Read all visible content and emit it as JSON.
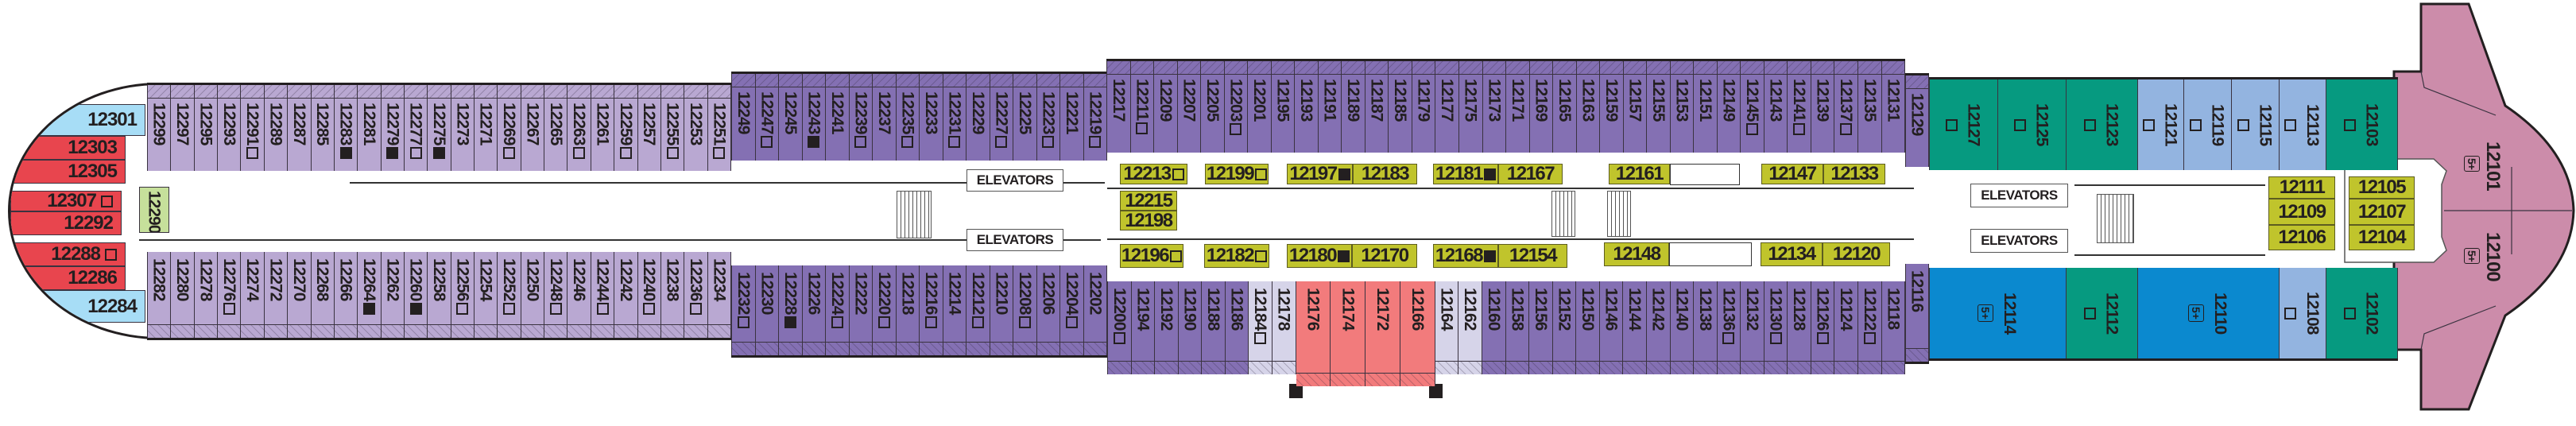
{
  "colors": {
    "lp": "#b9a8d2",
    "dp": "#8470b3",
    "pl": "#d6d4e9",
    "sal": "#f27b7c",
    "teal": "#069a80",
    "lb": "#93b4e0",
    "blue": "#0b89cf",
    "red": "#e8454e",
    "sky": "#a7ddf6",
    "green": "#c6e09b",
    "pink": "#cc8caa",
    "yellow": "#c0c42c"
  },
  "labels": {
    "elevators": [
      "ELEVATORS",
      "ELEVATORS",
      "ELEVATORS",
      "ELEVATORS"
    ]
  },
  "stern": [
    {
      "n": "12301",
      "m": "",
      "c": "sky"
    },
    {
      "n": "12303",
      "m": "",
      "c": "red"
    },
    {
      "n": "12305",
      "m": "",
      "c": "red"
    },
    {
      "n": "12307",
      "m": "open",
      "c": "red"
    },
    {
      "n": "12292",
      "m": "",
      "c": "red"
    },
    {
      "n": "12288",
      "m": "open",
      "c": "red"
    },
    {
      "n": "12286",
      "m": "",
      "c": "red"
    },
    {
      "n": "12284",
      "m": "",
      "c": "sky"
    }
  ],
  "lounge": {
    "n": "12290",
    "c": "green"
  },
  "top_light": [
    {
      "n": "12299",
      "m": ""
    },
    {
      "n": "12297",
      "m": ""
    },
    {
      "n": "12295",
      "m": ""
    },
    {
      "n": "12293",
      "m": ""
    },
    {
      "n": "12291",
      "m": "open"
    },
    {
      "n": "12289",
      "m": ""
    },
    {
      "n": "12287",
      "m": ""
    },
    {
      "n": "12285",
      "m": ""
    },
    {
      "n": "12283",
      "m": "filled"
    },
    {
      "n": "12281",
      "m": ""
    },
    {
      "n": "12279",
      "m": "filled"
    },
    {
      "n": "12277",
      "m": "open"
    },
    {
      "n": "12275",
      "m": "filled"
    },
    {
      "n": "12273",
      "m": ""
    },
    {
      "n": "12271",
      "m": ""
    },
    {
      "n": "12269",
      "m": "open"
    },
    {
      "n": "12267",
      "m": ""
    },
    {
      "n": "12265",
      "m": ""
    },
    {
      "n": "12263",
      "m": "open"
    },
    {
      "n": "12261",
      "m": ""
    },
    {
      "n": "12259",
      "m": "open"
    },
    {
      "n": "12257",
      "m": ""
    },
    {
      "n": "12255",
      "m": "open"
    },
    {
      "n": "12253",
      "m": ""
    },
    {
      "n": "12251",
      "m": "open"
    }
  ],
  "top_dark": [
    {
      "n": "12249",
      "m": ""
    },
    {
      "n": "12247",
      "m": "open"
    },
    {
      "n": "12245",
      "m": ""
    },
    {
      "n": "12243",
      "m": "filled"
    },
    {
      "n": "12241",
      "m": ""
    },
    {
      "n": "12239",
      "m": "open"
    },
    {
      "n": "12237",
      "m": ""
    },
    {
      "n": "12235",
      "m": "open"
    },
    {
      "n": "12233",
      "m": ""
    },
    {
      "n": "12231",
      "m": "open"
    },
    {
      "n": "12229",
      "m": ""
    },
    {
      "n": "12227",
      "m": "open"
    },
    {
      "n": "12225",
      "m": ""
    },
    {
      "n": "12223",
      "m": "open"
    },
    {
      "n": "12221",
      "m": ""
    },
    {
      "n": "12219",
      "m": "open"
    }
  ],
  "top_raised": [
    {
      "n": "12217",
      "m": ""
    },
    {
      "n": "12211",
      "m": "open"
    },
    {
      "n": "12209",
      "m": ""
    },
    {
      "n": "12207",
      "m": ""
    },
    {
      "n": "12205",
      "m": ""
    },
    {
      "n": "12203",
      "m": "open"
    },
    {
      "n": "12201",
      "m": ""
    },
    {
      "n": "12195",
      "m": ""
    },
    {
      "n": "12193",
      "m": ""
    },
    {
      "n": "12191",
      "m": ""
    },
    {
      "n": "12189",
      "m": ""
    },
    {
      "n": "12187",
      "m": ""
    },
    {
      "n": "12185",
      "m": ""
    },
    {
      "n": "12179",
      "m": ""
    },
    {
      "n": "12177",
      "m": ""
    },
    {
      "n": "12175",
      "m": ""
    },
    {
      "n": "12173",
      "m": ""
    },
    {
      "n": "12171",
      "m": ""
    },
    {
      "n": "12169",
      "m": ""
    },
    {
      "n": "12165",
      "m": ""
    },
    {
      "n": "12163",
      "m": ""
    },
    {
      "n": "12159",
      "m": ""
    },
    {
      "n": "12157",
      "m": ""
    },
    {
      "n": "12155",
      "m": ""
    },
    {
      "n": "12153",
      "m": ""
    },
    {
      "n": "12151",
      "m": ""
    },
    {
      "n": "12149",
      "m": ""
    },
    {
      "n": "12145",
      "m": "open"
    },
    {
      "n": "12143",
      "m": ""
    },
    {
      "n": "12141",
      "m": "open"
    },
    {
      "n": "12139",
      "m": ""
    },
    {
      "n": "12137",
      "m": "open"
    },
    {
      "n": "12135",
      "m": ""
    },
    {
      "n": "12131",
      "m": ""
    }
  ],
  "top_end": [
    {
      "n": "12129",
      "m": ""
    }
  ],
  "top_suites": [
    {
      "n": "12127",
      "m": "open",
      "c": "teal"
    },
    {
      "n": "12125",
      "m": "open",
      "c": "teal"
    },
    {
      "n": "12123",
      "m": "open",
      "c": "teal"
    },
    {
      "n": "12121",
      "m": "open",
      "c": "lb"
    },
    {
      "n": "12119",
      "m": "open",
      "c": "lb"
    },
    {
      "n": "12115",
      "m": "open",
      "c": "lb"
    },
    {
      "n": "12113",
      "m": "open",
      "c": "lb"
    },
    {
      "n": "12103",
      "m": "open",
      "c": "teal"
    }
  ],
  "bottom_light": [
    {
      "n": "12282",
      "m": ""
    },
    {
      "n": "12280",
      "m": ""
    },
    {
      "n": "12278",
      "m": ""
    },
    {
      "n": "12276",
      "m": "open"
    },
    {
      "n": "12274",
      "m": ""
    },
    {
      "n": "12272",
      "m": ""
    },
    {
      "n": "12270",
      "m": ""
    },
    {
      "n": "12268",
      "m": ""
    },
    {
      "n": "12266",
      "m": ""
    },
    {
      "n": "12264",
      "m": "filled"
    },
    {
      "n": "12262",
      "m": ""
    },
    {
      "n": "12260",
      "m": "filled"
    },
    {
      "n": "12258",
      "m": ""
    },
    {
      "n": "12256",
      "m": "open"
    },
    {
      "n": "12254",
      "m": ""
    },
    {
      "n": "12252",
      "m": "open"
    },
    {
      "n": "12250",
      "m": ""
    },
    {
      "n": "12248",
      "m": "open"
    },
    {
      "n": "12246",
      "m": ""
    },
    {
      "n": "12244",
      "m": "open"
    },
    {
      "n": "12242",
      "m": ""
    },
    {
      "n": "12240",
      "m": "open"
    },
    {
      "n": "12238",
      "m": ""
    },
    {
      "n": "12236",
      "m": "open"
    },
    {
      "n": "12234",
      "m": ""
    }
  ],
  "bottom_dark": [
    {
      "n": "12232",
      "m": "open"
    },
    {
      "n": "12230",
      "m": ""
    },
    {
      "n": "12228",
      "m": "filled"
    },
    {
      "n": "12226",
      "m": ""
    },
    {
      "n": "12224",
      "m": "open"
    },
    {
      "n": "12222",
      "m": ""
    },
    {
      "n": "12220",
      "m": "open"
    },
    {
      "n": "12218",
      "m": ""
    },
    {
      "n": "12216",
      "m": "open"
    },
    {
      "n": "12214",
      "m": ""
    },
    {
      "n": "12212",
      "m": "open"
    },
    {
      "n": "12210",
      "m": ""
    },
    {
      "n": "12208",
      "m": "open"
    },
    {
      "n": "12206",
      "m": ""
    },
    {
      "n": "12204",
      "m": "open"
    },
    {
      "n": "12202",
      "m": ""
    }
  ],
  "bottom_lowered": [
    {
      "n": "12200",
      "m": "open",
      "c": "dp"
    },
    {
      "n": "12194",
      "m": "",
      "c": "dp"
    },
    {
      "n": "12192",
      "m": "",
      "c": "dp"
    },
    {
      "n": "12190",
      "m": "",
      "c": "dp"
    },
    {
      "n": "12188",
      "m": "",
      "c": "dp"
    },
    {
      "n": "12186",
      "m": "",
      "c": "dp"
    },
    {
      "n": "12184",
      "m": "open",
      "c": "pl"
    },
    {
      "n": "12178",
      "m": "",
      "c": "pl"
    },
    {
      "n": "12176",
      "m": "",
      "c": "sal"
    },
    {
      "n": "12174",
      "m": "",
      "c": "sal"
    },
    {
      "n": "12172",
      "m": "",
      "c": "sal"
    },
    {
      "n": "12166",
      "m": "",
      "c": "sal"
    },
    {
      "n": "12164",
      "m": "",
      "c": "pl"
    },
    {
      "n": "12162",
      "m": "",
      "c": "pl"
    },
    {
      "n": "12160",
      "m": "",
      "c": "dp"
    },
    {
      "n": "12158",
      "m": "",
      "c": "dp"
    },
    {
      "n": "12156",
      "m": "",
      "c": "dp"
    },
    {
      "n": "12152",
      "m": "",
      "c": "dp"
    },
    {
      "n": "12150",
      "m": "",
      "c": "dp"
    },
    {
      "n": "12146",
      "m": "",
      "c": "dp"
    },
    {
      "n": "12144",
      "m": "",
      "c": "dp"
    },
    {
      "n": "12142",
      "m": "",
      "c": "dp"
    },
    {
      "n": "12140",
      "m": "",
      "c": "dp"
    },
    {
      "n": "12138",
      "m": "",
      "c": "dp"
    },
    {
      "n": "12136",
      "m": "open",
      "c": "dp"
    },
    {
      "n": "12132",
      "m": "",
      "c": "dp"
    },
    {
      "n": "12130",
      "m": "open",
      "c": "dp"
    },
    {
      "n": "12128",
      "m": "",
      "c": "dp"
    },
    {
      "n": "12126",
      "m": "open",
      "c": "dp"
    },
    {
      "n": "12124",
      "m": "",
      "c": "dp"
    },
    {
      "n": "12122",
      "m": "open",
      "c": "dp"
    },
    {
      "n": "12118",
      "m": "",
      "c": "dp"
    }
  ],
  "bottom_end": [
    {
      "n": "12116",
      "m": ""
    }
  ],
  "bottom_suites": [
    {
      "n": "12114",
      "m": "",
      "c": "blue",
      "badge": "5+"
    },
    {
      "n": "12112",
      "m": "open",
      "c": "teal"
    },
    {
      "n": "12110",
      "m": "",
      "c": "blue",
      "badge": "5+"
    },
    {
      "n": "12108",
      "m": "open",
      "c": "lb"
    },
    {
      "n": "12102",
      "m": "open",
      "c": "teal"
    }
  ],
  "bow": [
    {
      "n": "12101",
      "badge": "5+"
    },
    {
      "n": "12100",
      "badge": "5+"
    }
  ],
  "inside": [
    {
      "n": "12213",
      "m": "open"
    },
    {
      "n": "12215",
      "m": ""
    },
    {
      "n": "12198",
      "m": ""
    },
    {
      "n": "12196",
      "m": "open"
    },
    {
      "n": "12199",
      "m": "open"
    },
    {
      "n": "12197",
      "m": "filled"
    },
    {
      "n": "12183",
      "m": ""
    },
    {
      "n": "12181",
      "m": "filled"
    },
    {
      "n": "12167",
      "m": ""
    },
    {
      "n": "12161",
      "m": ""
    },
    {
      "n": "12147",
      "m": ""
    },
    {
      "n": "12133",
      "m": ""
    },
    {
      "n": "12182",
      "m": "open"
    },
    {
      "n": "12180",
      "m": "filled"
    },
    {
      "n": "12170",
      "m": ""
    },
    {
      "n": "12168",
      "m": "filled"
    },
    {
      "n": "12154",
      "m": ""
    },
    {
      "n": "12148",
      "m": ""
    },
    {
      "n": "12134",
      "m": ""
    },
    {
      "n": "12120",
      "m": ""
    },
    {
      "n": "12111",
      "m": ""
    },
    {
      "n": "12109",
      "m": ""
    },
    {
      "n": "12106",
      "m": ""
    },
    {
      "n": "12105",
      "m": ""
    },
    {
      "n": "12107",
      "m": ""
    },
    {
      "n": "12104",
      "m": ""
    }
  ]
}
